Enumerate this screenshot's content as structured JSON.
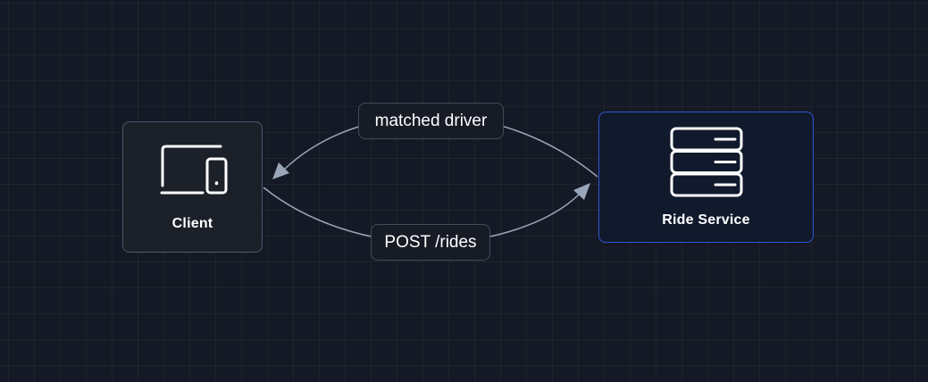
{
  "diagram": {
    "nodes": {
      "client": {
        "label": "Client",
        "icon": "devices-icon"
      },
      "ride_service": {
        "label": "Ride Service",
        "icon": "server-icon"
      }
    },
    "edges": [
      {
        "from": "ride_service",
        "to": "client",
        "label": "matched driver"
      },
      {
        "from": "client",
        "to": "ride_service",
        "label": "POST /rides"
      }
    ]
  },
  "colors": {
    "background": "#141925",
    "node_border": "#4e5868",
    "service_border": "#2f54d6",
    "edge_stroke": "#9aa6b8",
    "text": "#ffffff"
  }
}
